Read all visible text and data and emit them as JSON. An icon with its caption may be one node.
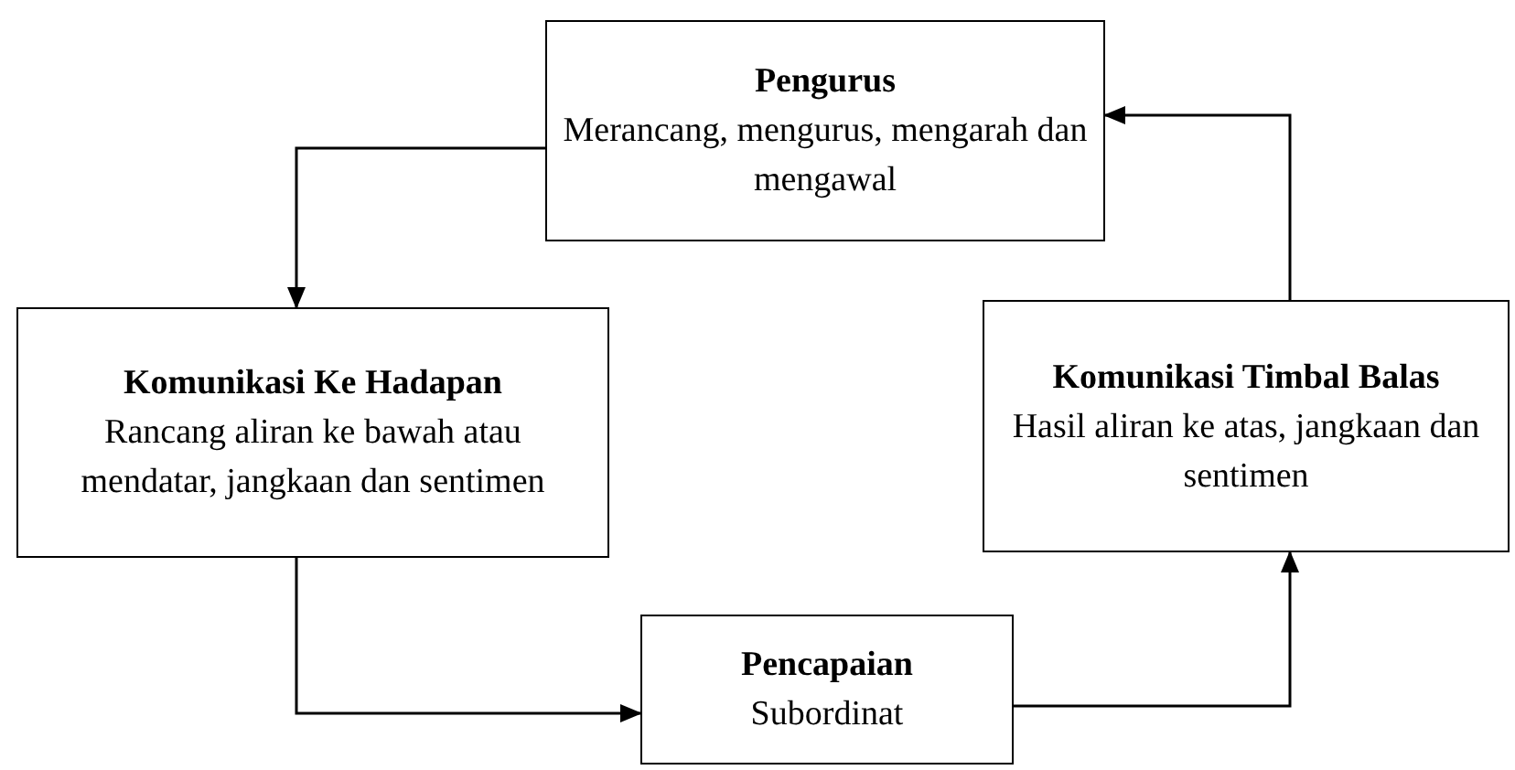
{
  "diagram": {
    "nodes": [
      {
        "text": [
          "Pengurus",
          "Merancang, mengurus, mengarah dan mengawal"
        ]
      },
      {
        "text": [
          "Komunikasi Ke Hadapan",
          "Rancang aliran ke bawah atau mendatar, jangkaan dan sentimen"
        ]
      },
      {
        "text": [
          "Komunikasi Timbal Balas",
          "Hasil aliran ke atas, jangkaan dan sentimen"
        ]
      },
      {
        "text": [
          "Pencapaian",
          "Subordinat"
        ]
      }
    ],
    "edges": [
      {
        "from": 0,
        "to": 1,
        "arrow": "to"
      },
      {
        "from": 1,
        "to": 3,
        "arrow": "to"
      },
      {
        "from": 3,
        "to": 2,
        "arrow": "to"
      },
      {
        "from": 2,
        "to": 0,
        "arrow": "to"
      }
    ]
  }
}
